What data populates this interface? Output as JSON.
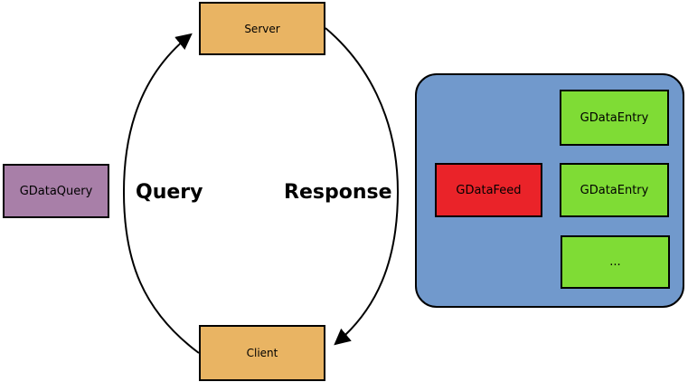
{
  "diagram": {
    "query_box": {
      "label": "GDataQuery"
    },
    "server_box": {
      "label": "Server"
    },
    "client_box": {
      "label": "Client"
    },
    "query_arrow_label": "Query",
    "response_arrow_label": "Response",
    "feed_container": {
      "feed_box": {
        "label": "GDataFeed"
      },
      "entries": [
        {
          "label": "GDataEntry"
        },
        {
          "label": "GDataEntry"
        },
        {
          "label": "..."
        }
      ]
    },
    "colors": {
      "query_box_purple": "#a87fa8",
      "server_client_orange": "#e9b463",
      "container_blue": "#7199cc",
      "feed_red": "#ea2329",
      "entry_green": "#7fdc35",
      "stroke_black": "#000000"
    }
  }
}
